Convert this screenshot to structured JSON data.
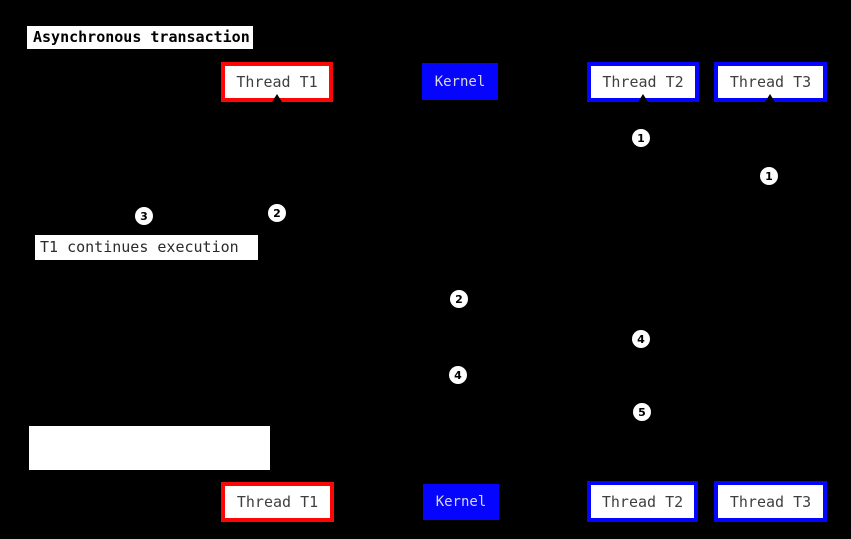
{
  "diagram": {
    "type": "sequence-diagram",
    "title": "Asynchronous transaction",
    "background_color": "#000000",
    "colors": {
      "thread_t1_border": "#ff0606",
      "kernel_fill": "#0505ff",
      "thread_t2_t3_border": "#0505ff",
      "box_fill": "#ffffff",
      "box_text": "#3f3f3f",
      "kernel_text": "#d9d9d9",
      "marker_fill": "#ffffff",
      "marker_text": "#000000"
    }
  },
  "participants": [
    {
      "label": "Thread T1",
      "style": "red-outline"
    },
    {
      "label": "Kernel",
      "style": "blue-filled"
    },
    {
      "label": "Thread T2",
      "style": "blue-outline"
    },
    {
      "label": "Thread T3",
      "style": "blue-outline"
    }
  ],
  "notes": [
    {
      "text": "T1 continues execution"
    },
    {
      "text": ""
    }
  ],
  "markers": [
    {
      "label": "1",
      "near": "Thread T2"
    },
    {
      "label": "1",
      "near": "Thread T3"
    },
    {
      "label": "2",
      "near": "Thread T1"
    },
    {
      "label": "3",
      "near": "Thread T1"
    },
    {
      "label": "2",
      "near": "Kernel"
    },
    {
      "label": "4",
      "near": "Thread T2"
    },
    {
      "label": "4",
      "near": "Kernel"
    },
    {
      "label": "5",
      "near": "Thread T2"
    }
  ]
}
